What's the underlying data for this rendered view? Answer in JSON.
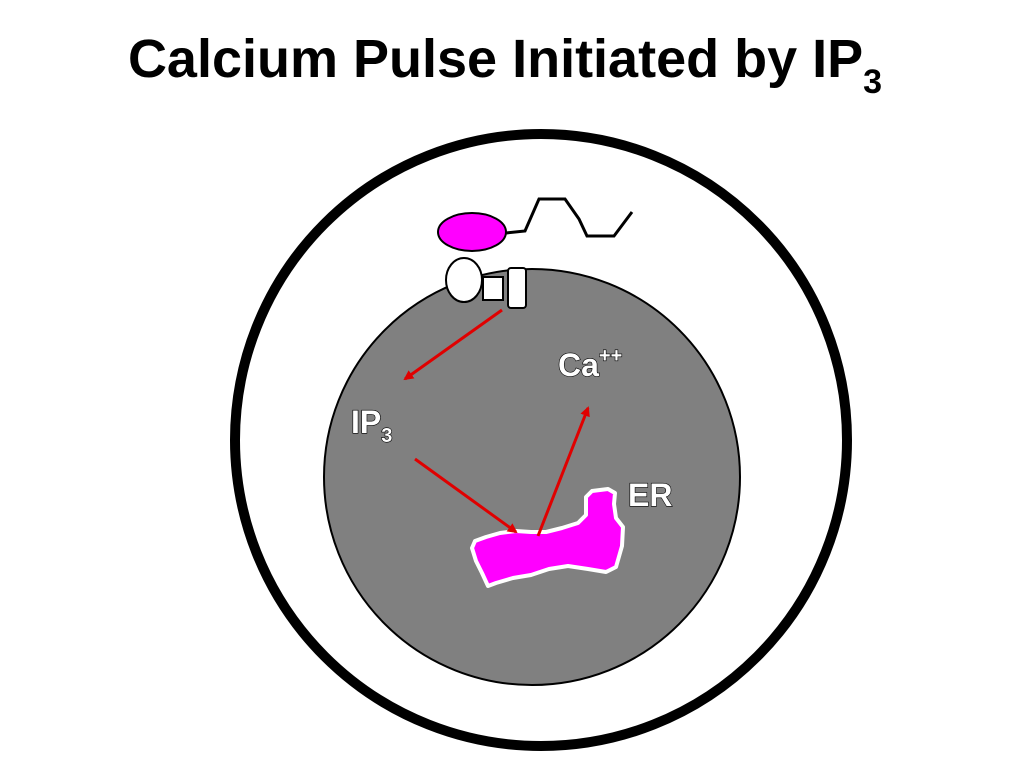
{
  "title": {
    "main": "Calcium Pulse Initiated by IP",
    "subscript": "3"
  },
  "labels": {
    "ip3_main": "IP",
    "ip3_sub": "3",
    "ca_main": "Ca",
    "ca_sup": "++",
    "er": "ER"
  },
  "colors": {
    "background": "#ffffff",
    "cell_outline": "#000000",
    "cytoplasm": "#808080",
    "er_fill": "#ff00ff",
    "ligand_fill": "#ff00ff",
    "arrow": "#e00000",
    "label_text": "#ffffff"
  }
}
